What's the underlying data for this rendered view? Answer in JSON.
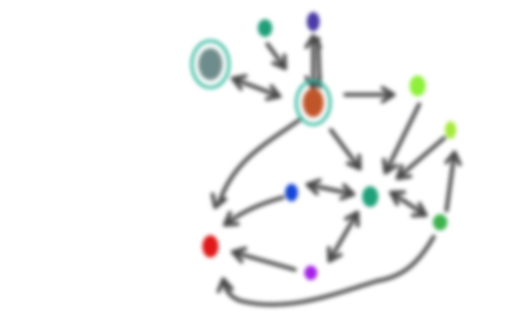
{
  "diagram": {
    "style": "hand-drawn sketch, blurred",
    "edge_color": "#4a4a4a",
    "nodes": [
      {
        "id": "teal-top",
        "color": "#1f9e78"
      },
      {
        "id": "indigo-top",
        "color": "#4a3aa6"
      },
      {
        "id": "grey-ringed",
        "color": "#6f8c8c",
        "ring_color": "#2bb59a"
      },
      {
        "id": "hub-orange",
        "color": "#c0552a",
        "ring_color": "#2bb59a"
      },
      {
        "id": "lime-upper",
        "color": "#8ef03a"
      },
      {
        "id": "lime-right",
        "color": "#a6ea3a"
      },
      {
        "id": "blue-mid",
        "color": "#1646d6"
      },
      {
        "id": "teal-center",
        "color": "#1fa079"
      },
      {
        "id": "green-right",
        "color": "#3db24e"
      },
      {
        "id": "red-left",
        "color": "#e01818"
      },
      {
        "id": "purple-bottom",
        "color": "#a521e6"
      }
    ]
  }
}
